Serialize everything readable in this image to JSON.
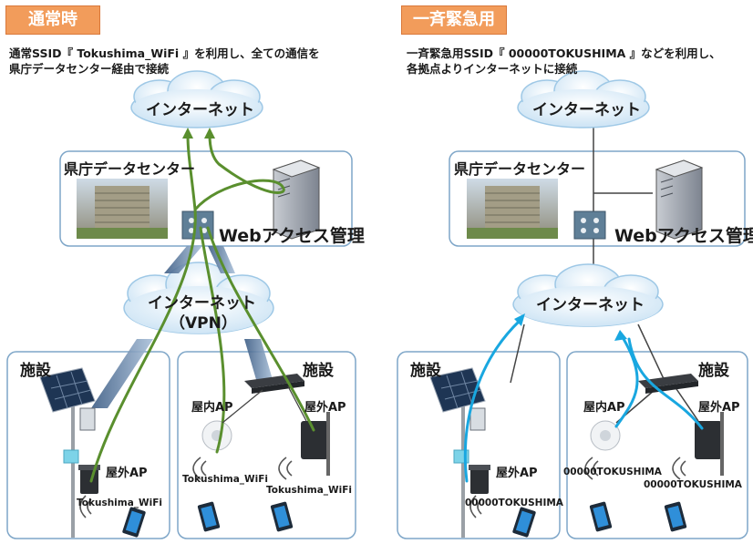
{
  "left": {
    "mode": "通常時",
    "desc_line1": "通常SSID『 Tokushima_WiFi 』を利用し、全ての通信を",
    "desc_line2": "県庁データセンター経由で接続",
    "internet_top": "インターネット",
    "datacenter": "県庁データセンター",
    "web_access": "Webアクセス管理",
    "internet_vpn_line1": "インターネット",
    "internet_vpn_line2": "（VPN）",
    "facility_a": "施設",
    "facility_b": "施設",
    "outdoor_ap_a": "屋外AP",
    "indoor_ap_b": "屋内AP",
    "outdoor_ap_b": "屋外AP",
    "ssid_a": "Tokushima_WiFi",
    "ssid_b1": "Tokushima_WiFi",
    "ssid_b2": "Tokushima_WiFi"
  },
  "right": {
    "mode": "一斉緊急用",
    "desc_line1": "一斉緊急用SSID『 00000TOKUSHIMA 』などを利用し、",
    "desc_line2": "各拠点よりインターネットに接続",
    "internet_top": "インターネット",
    "datacenter": "県庁データセンター",
    "web_access": "Webアクセス管理",
    "internet_mid": "インターネット",
    "facility_a": "施設",
    "facility_b": "施設",
    "outdoor_ap_a": "屋外AP",
    "indoor_ap_b": "屋内AP",
    "outdoor_ap_b": "屋外AP",
    "ssid_a": "00000TOKUSHIMA",
    "ssid_b1": "00000TOKUSHIMA",
    "ssid_b2": "00000TOKUSHIMA"
  },
  "colors": {
    "badge": "#f29c5b",
    "normal_path": "#5a8f2e",
    "emergency_path": "#19a7e0",
    "box_border": "#7ea6c8",
    "cloud_fill": "#e8f3fb"
  }
}
